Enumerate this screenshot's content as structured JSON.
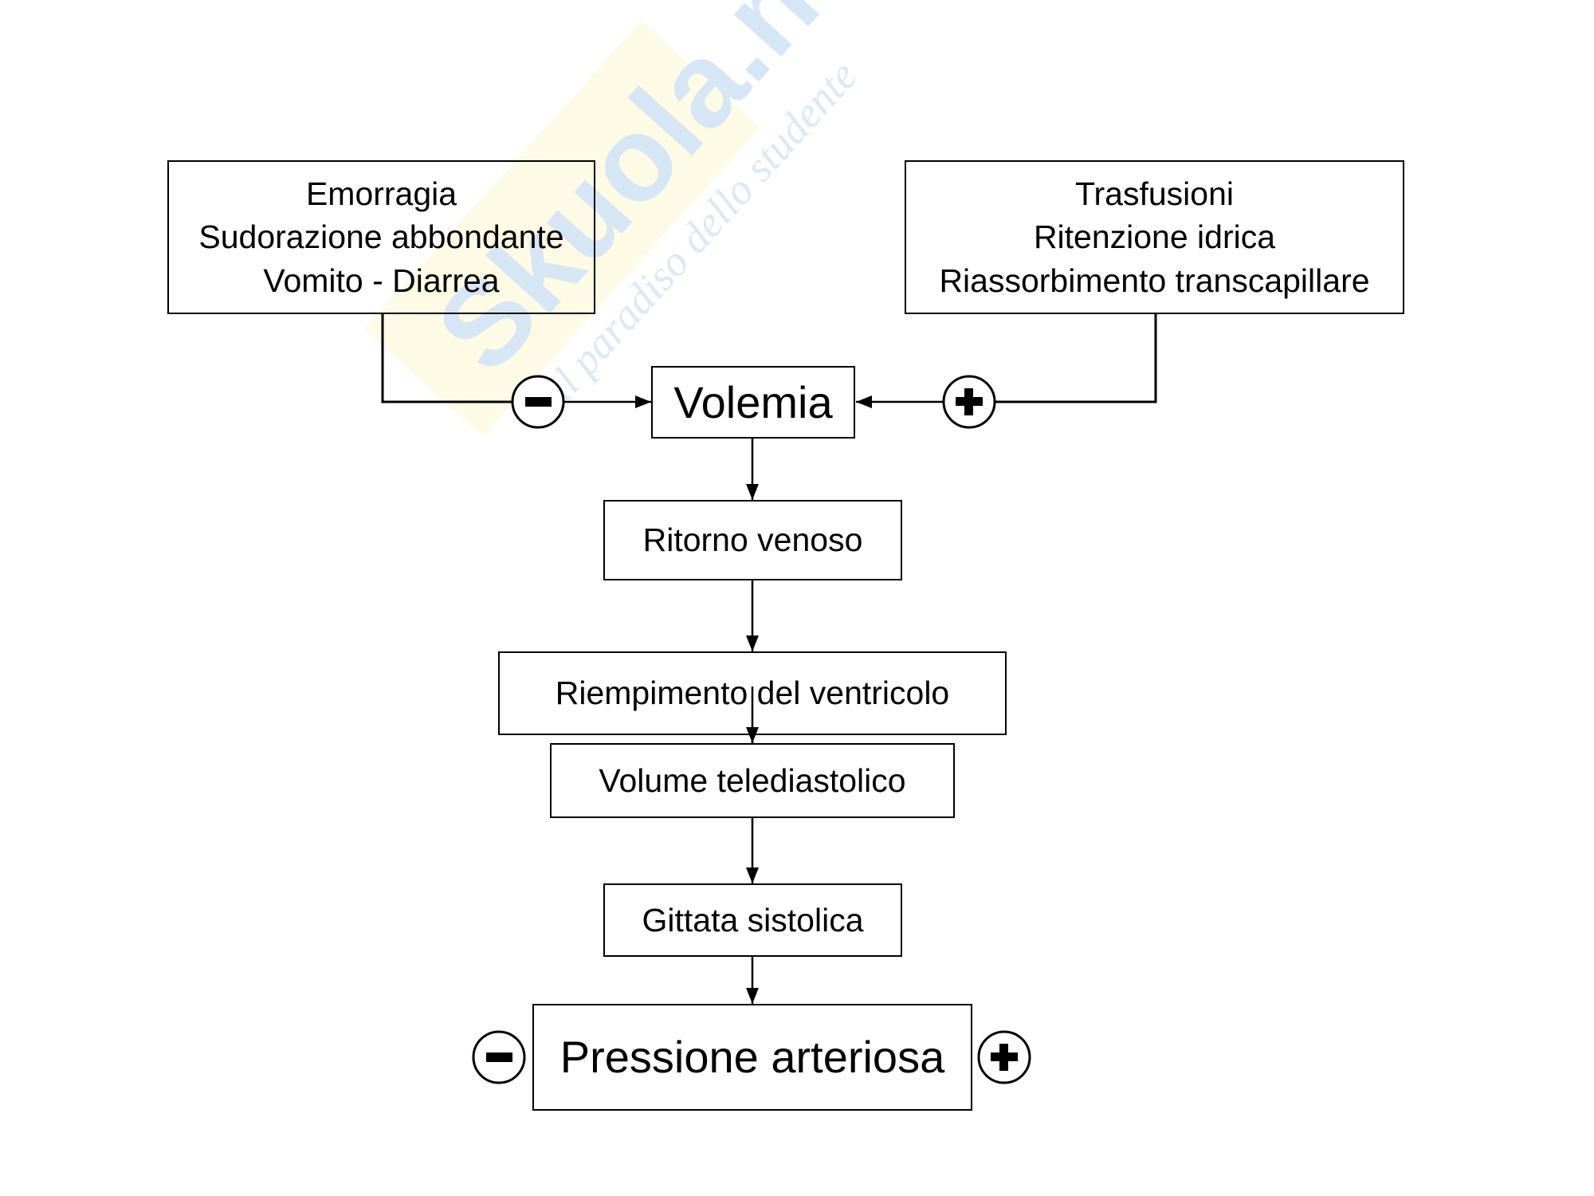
{
  "watermark": {
    "logo_text": "Skuola.net",
    "tagline": "il paradiso dello studente",
    "colors": {
      "blue": "#d6e6f5",
      "yellow": "#fbf6cf"
    }
  },
  "sources": {
    "decreasing": {
      "lines": [
        "Emorragia",
        "Sudorazione abbondante",
        "Vomito - Diarrea"
      ],
      "effect_sign": "minus"
    },
    "increasing": {
      "lines": [
        "Trasfusioni",
        "Ritenzione idrica",
        "Riassorbimento transcapillare"
      ],
      "effect_sign": "plus"
    }
  },
  "central": {
    "label": "Volemia"
  },
  "chain": [
    {
      "label": "Ritorno venoso"
    },
    {
      "label": "Riempimento del ventricolo"
    },
    {
      "label": "Volume telediastolico"
    },
    {
      "label": "Gittata sistolica"
    }
  ],
  "outcome": {
    "label": "Pressione arteriosa",
    "signs": [
      "minus",
      "plus"
    ]
  },
  "signs": {
    "minus": "−",
    "plus": "+"
  }
}
